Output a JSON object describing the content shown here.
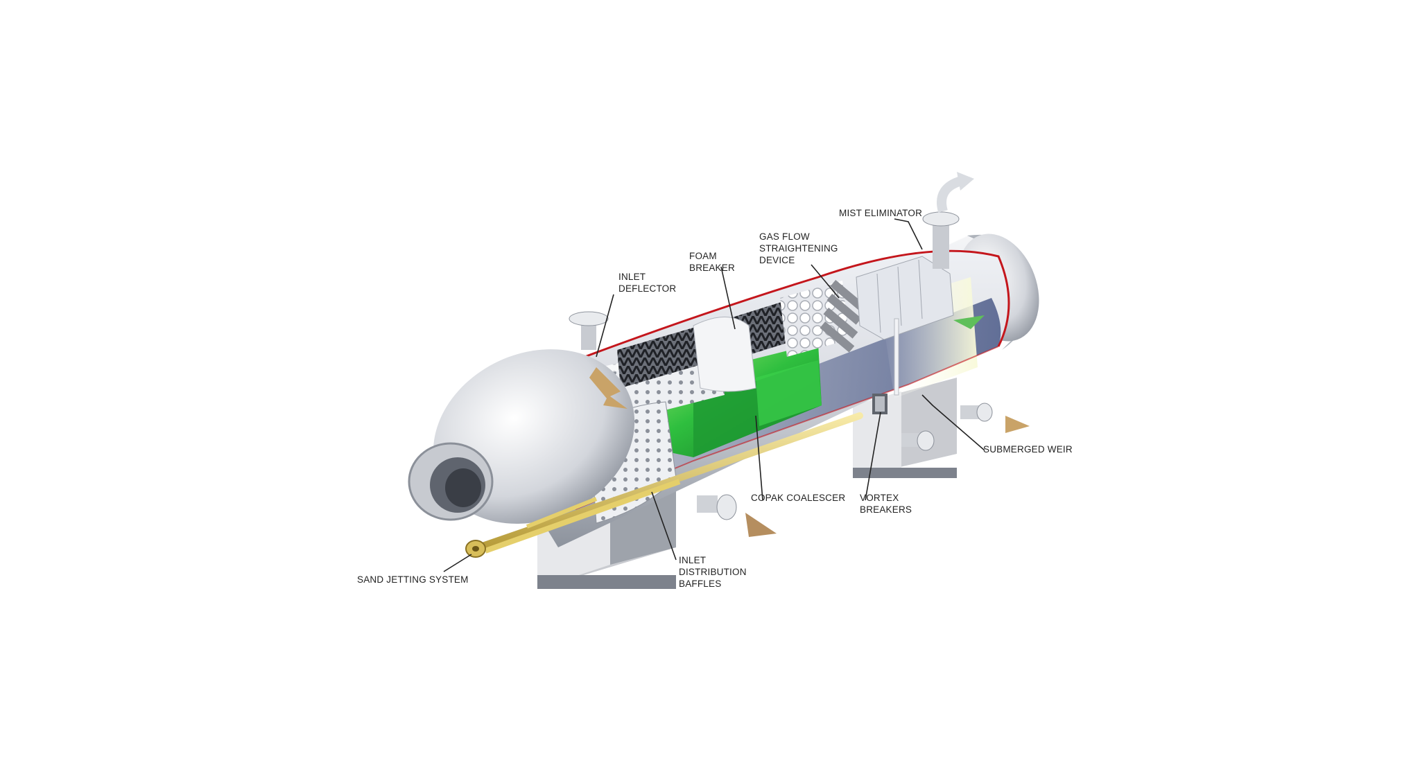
{
  "labels": {
    "mist_eliminator": [
      "MIST ELIMINATOR"
    ],
    "gas_flow": [
      "GAS FLOW",
      "STRAIGHTENING",
      "DEVICE"
    ],
    "foam_breaker": [
      "FOAM",
      "BREAKER"
    ],
    "inlet_deflector": [
      "INLET",
      "DEFLECTOR"
    ],
    "submerged_weir": [
      "SUBMERGED WEIR"
    ],
    "vortex_breakers": [
      "VORTEX",
      "BREAKERS"
    ],
    "copak_coalescer": [
      "COPAK COALESCER"
    ],
    "inlet_distribution": [
      "INLET",
      "DISTRIBUTION",
      "BAFFLES"
    ],
    "sand_jetting": [
      "SAND JETTING SYSTEM"
    ]
  }
}
